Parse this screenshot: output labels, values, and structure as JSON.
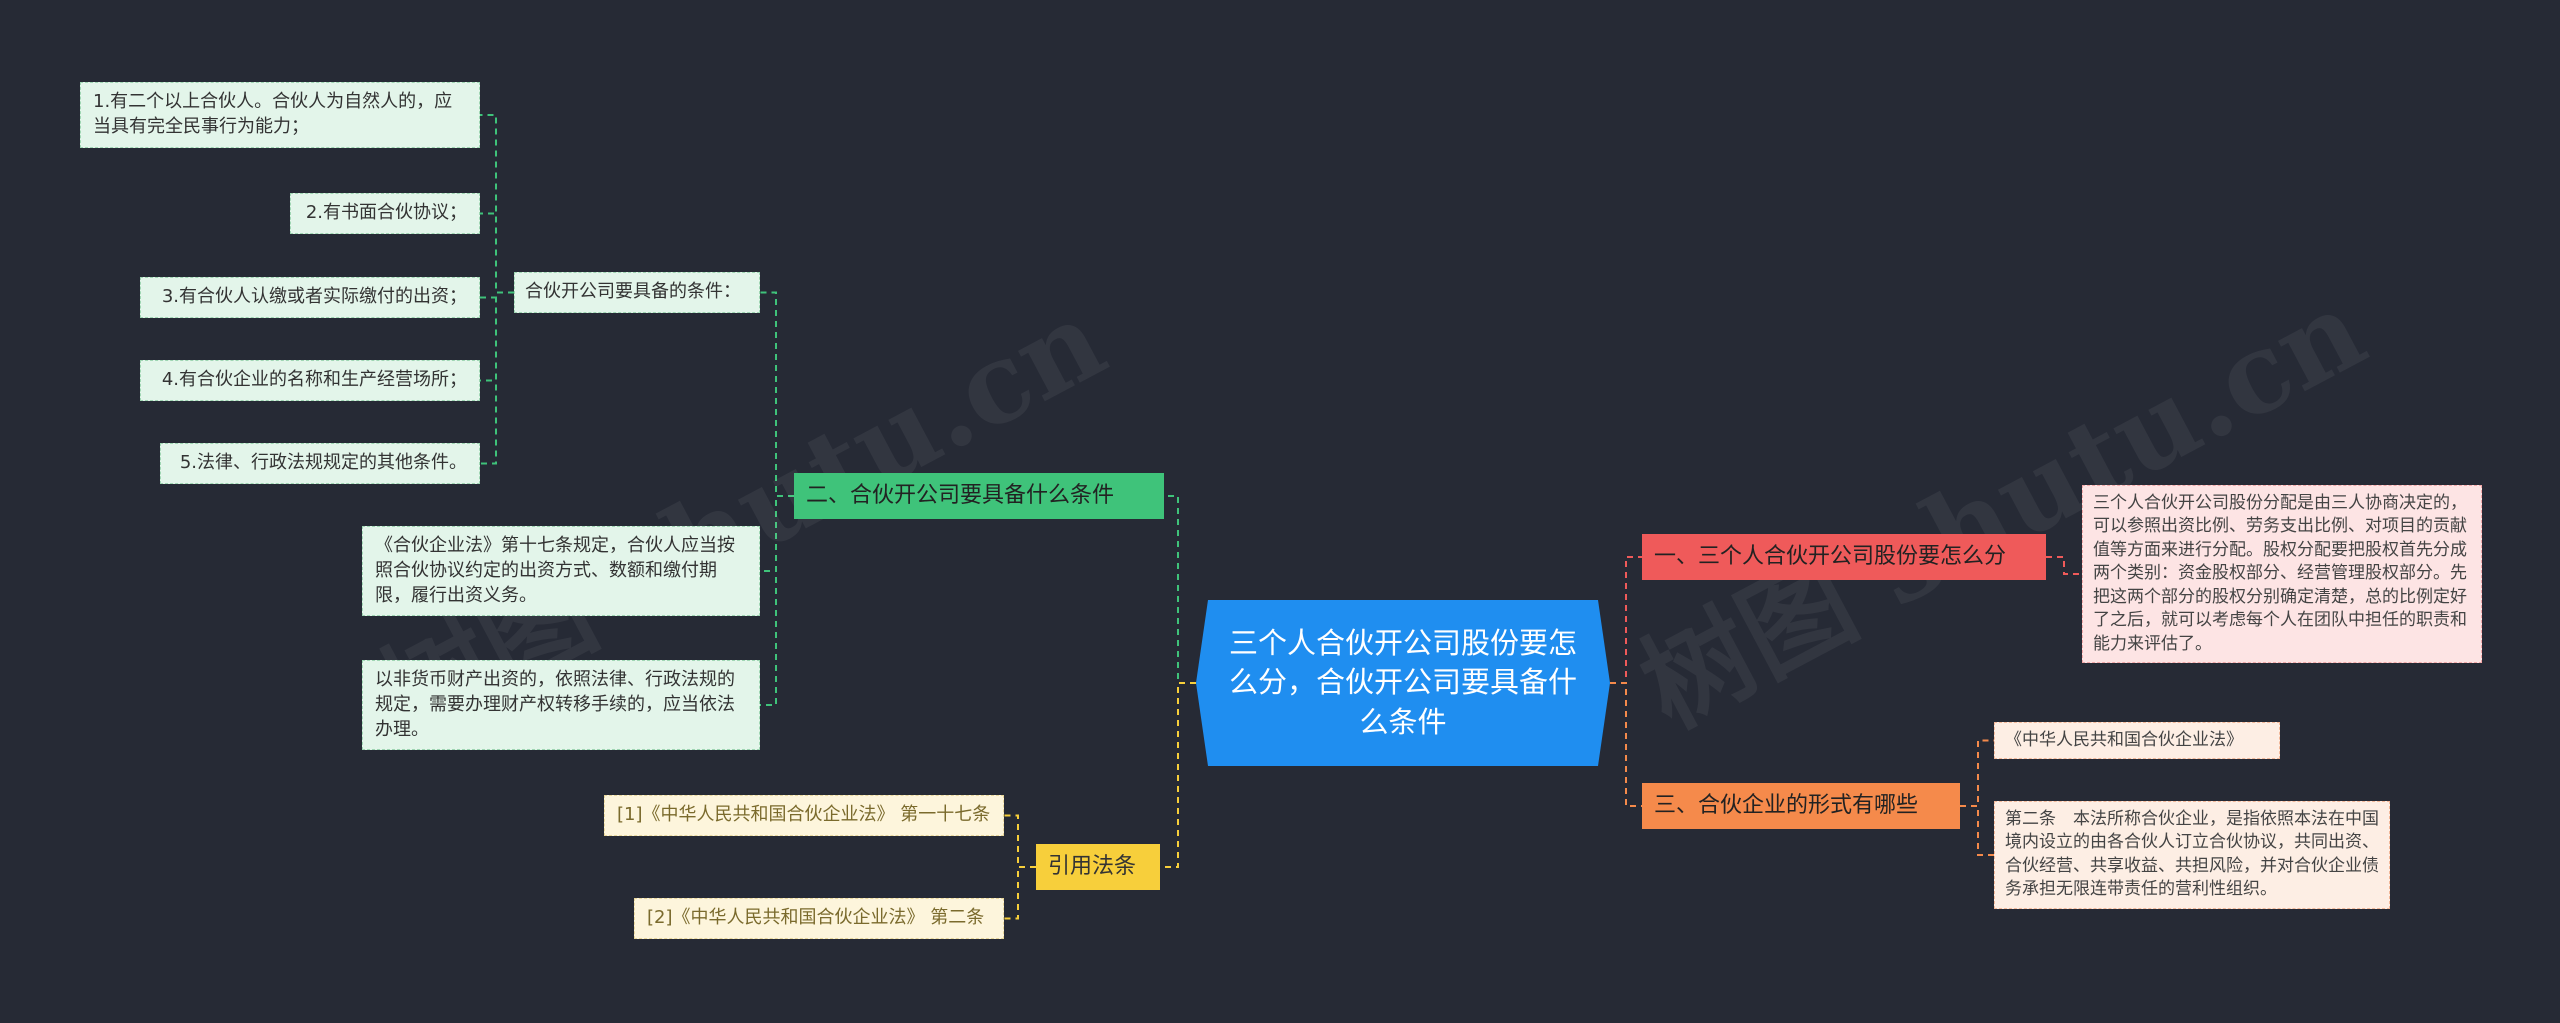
{
  "root": {
    "title": "三个人合伙开公司股份要怎么分，合伙开公司要具备什么条件"
  },
  "branches": {
    "conditions": {
      "label": "二、合伙开公司要具备什么条件",
      "sub_label": "合伙开公司要具备的条件：",
      "items": [
        "1.有二个以上合伙人。合伙人为自然人的，应当具有完全民事行为能力；",
        "2.有书面合伙协议；",
        "3.有合伙人认缴或者实际缴付的出资；",
        "4.有合伙企业的名称和生产经营场所；",
        "5.法律、行政法规规定的其他条件。"
      ],
      "notes": [
        "《合伙企业法》第十七条规定，合伙人应当按照合伙协议约定的出资方式、数额和缴付期限，履行出资义务。",
        "以非货币财产出资的，依照法律、行政法规的规定，需要办理财产权转移手续的，应当依法办理。"
      ]
    },
    "citations": {
      "label": "引用法条",
      "items": [
        "[1]《中华人民共和国合伙企业法》 第一十七条",
        "[2]《中华人民共和国合伙企业法》 第二条"
      ]
    },
    "share": {
      "label": "一、三个人合伙开公司股份要怎么分",
      "detail": "三个人合伙开公司股份分配是由三人协商决定的，可以参照出资比例、劳务支出比例、对项目的贡献值等方面来进行分配。股权分配要把股权首先分成两个类别：资金股权部分、经营管理股权部分。先把这两个部分的股权分别确定清楚，总的比例定好了之后，就可以考虑每个人在团队中担任的职责和能力来评估了。"
    },
    "forms": {
      "label": "三、合伙企业的形式有哪些",
      "law_title": "《中华人民共和国合伙企业法》",
      "detail": "第二条　本法所称合伙企业，是指依照本法在中国境内设立的由各合伙人订立合伙协议，共同出资、合伙经营、共享收益、共担风险，并对合伙企业债务承担无限连带责任的营利性组织。"
    }
  },
  "watermarks": [
    "树图 shutu.cn",
    "树图 shutu.cn"
  ],
  "colors": {
    "background": "#262a35",
    "root": "#1f8ef0",
    "green": "#3fc37a",
    "yellow": "#f7cf3b",
    "red": "#ef5a5a",
    "orange": "#f58a4b"
  }
}
